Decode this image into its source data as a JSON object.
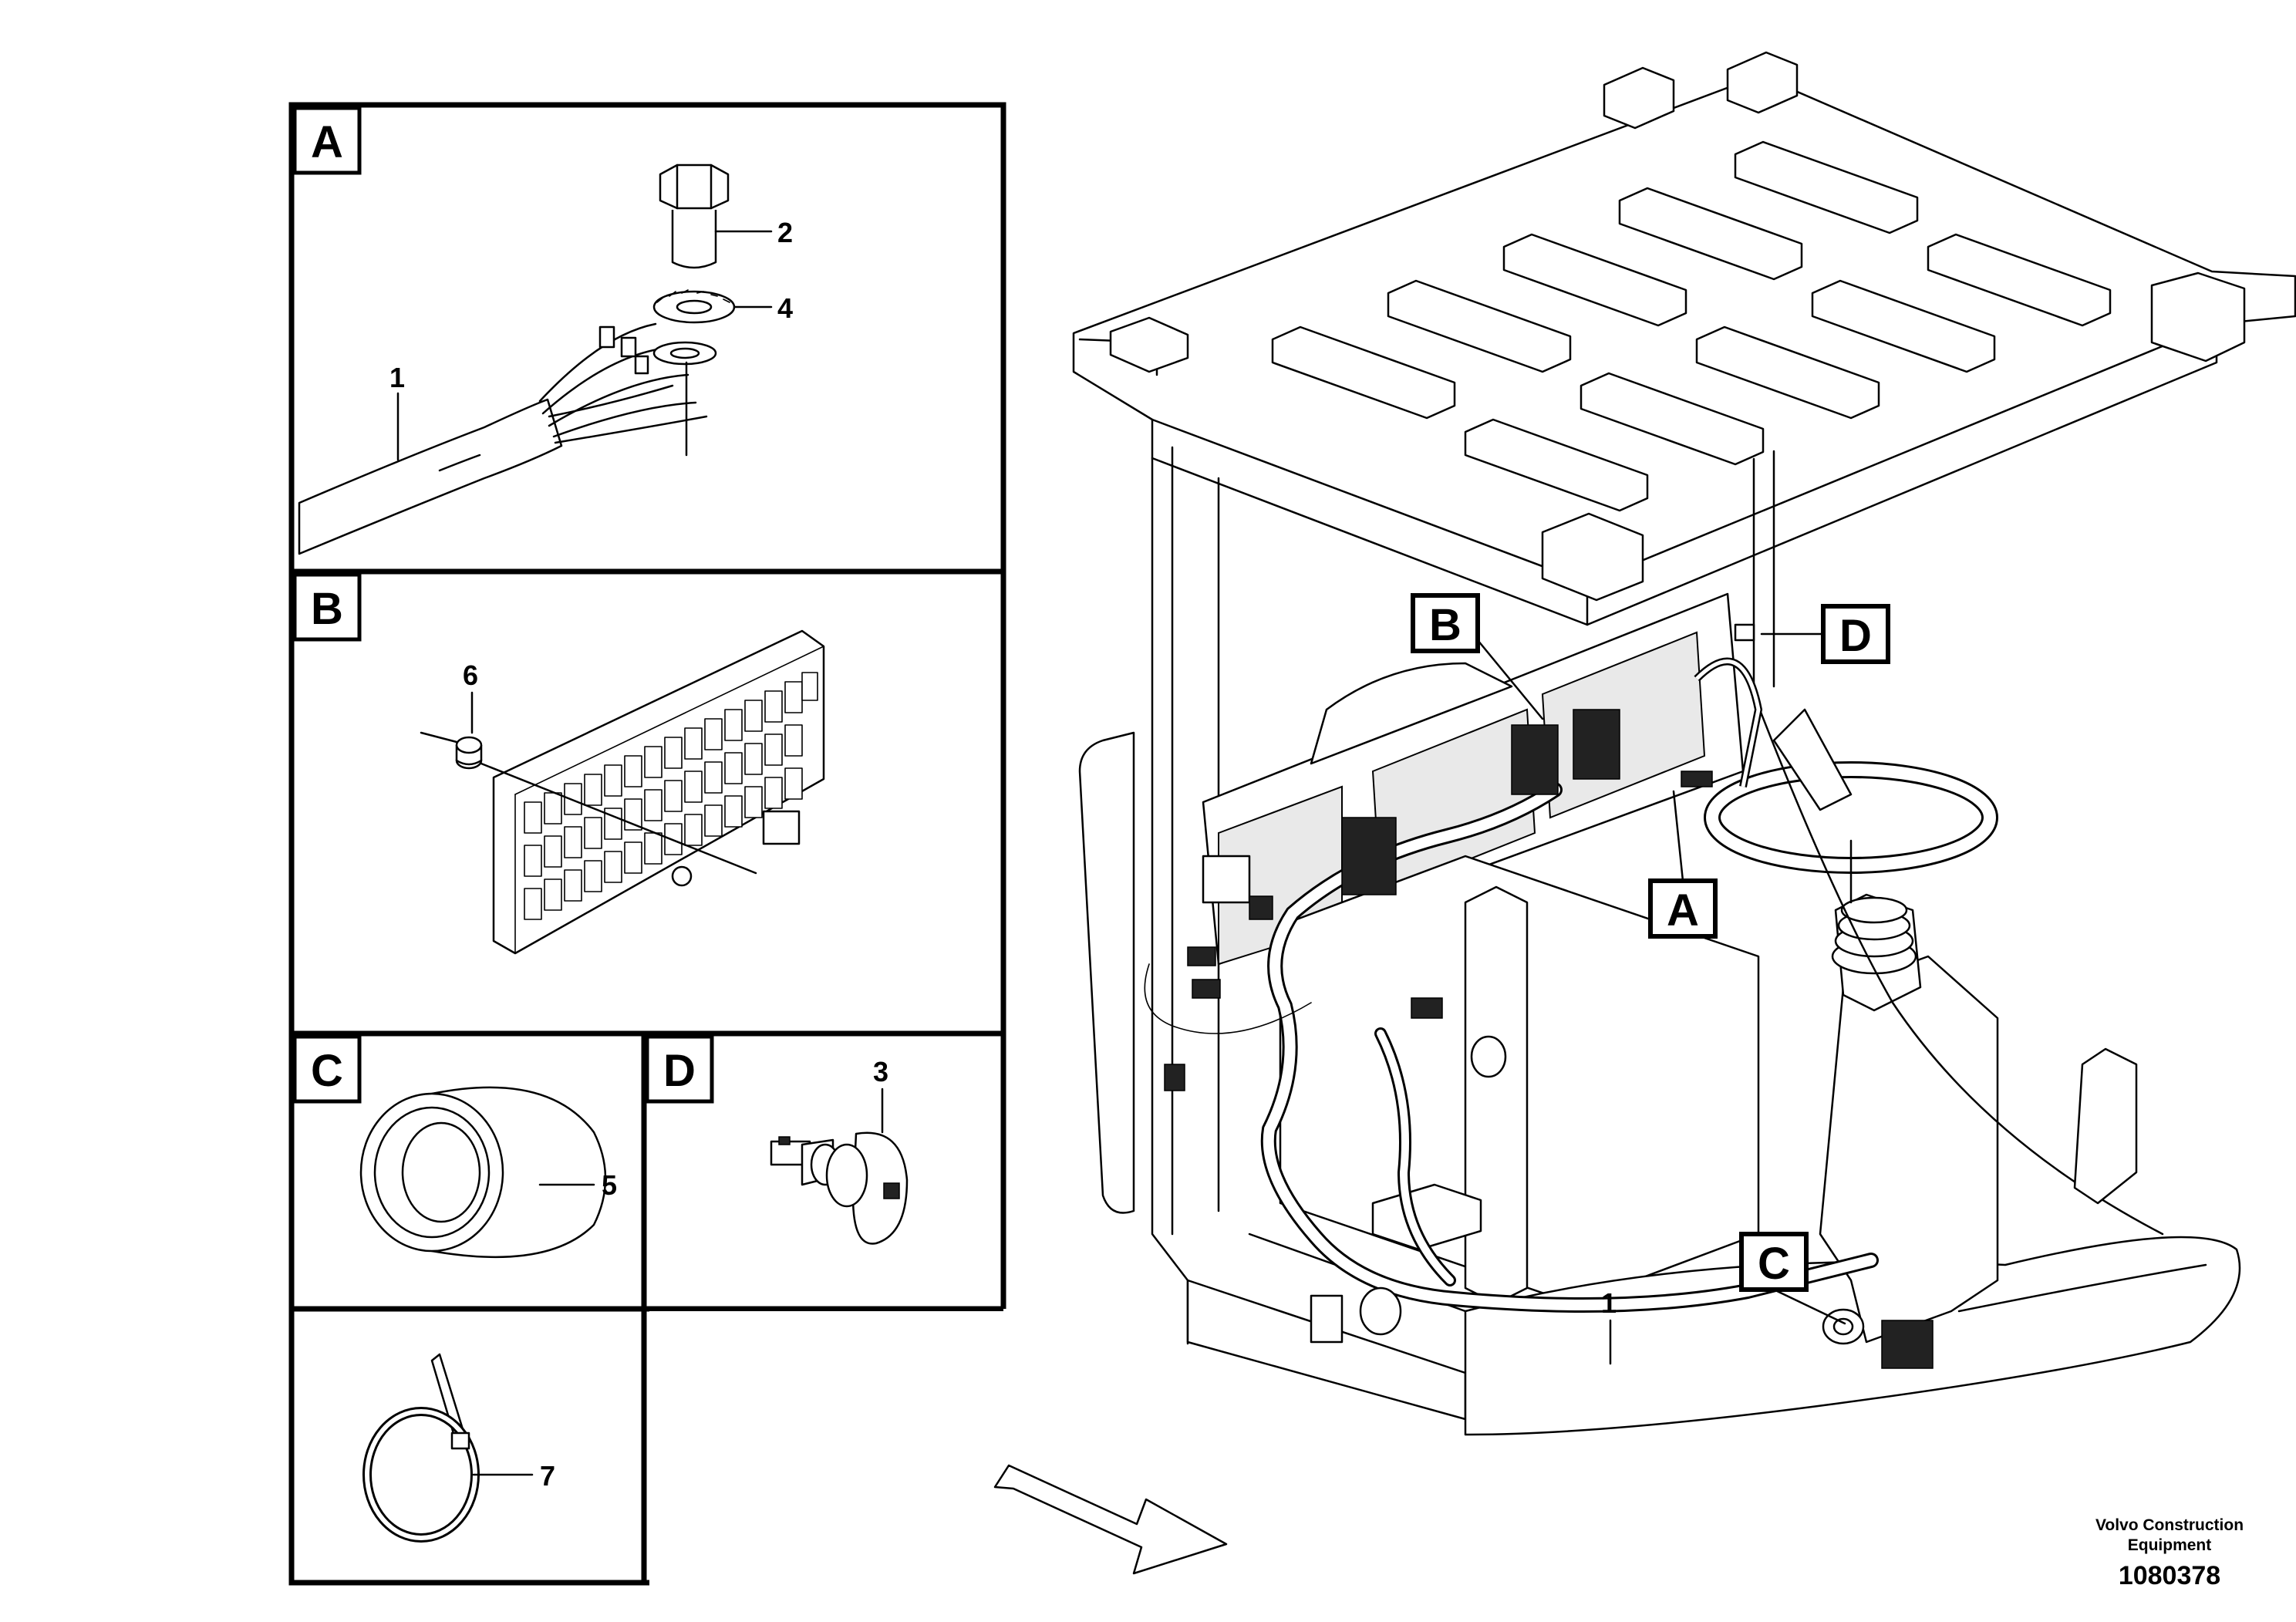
{
  "panels": [
    {
      "letter": "A",
      "item_labels": [
        "2",
        "4",
        "1"
      ]
    },
    {
      "letter": "B",
      "item_labels": [
        "6"
      ]
    },
    {
      "letter": "C",
      "item_labels": [
        "5"
      ]
    },
    {
      "letter": "D",
      "item_labels": [
        "3"
      ]
    },
    {
      "letter": "",
      "item_labels": [
        "7"
      ]
    }
  ],
  "main_callouts": [
    "B",
    "D",
    "A",
    "C"
  ],
  "main_item_label": "1",
  "footer": {
    "brand_line1": "Volvo Construction",
    "brand_line2": "Equipment",
    "figure_number": "1080378"
  }
}
